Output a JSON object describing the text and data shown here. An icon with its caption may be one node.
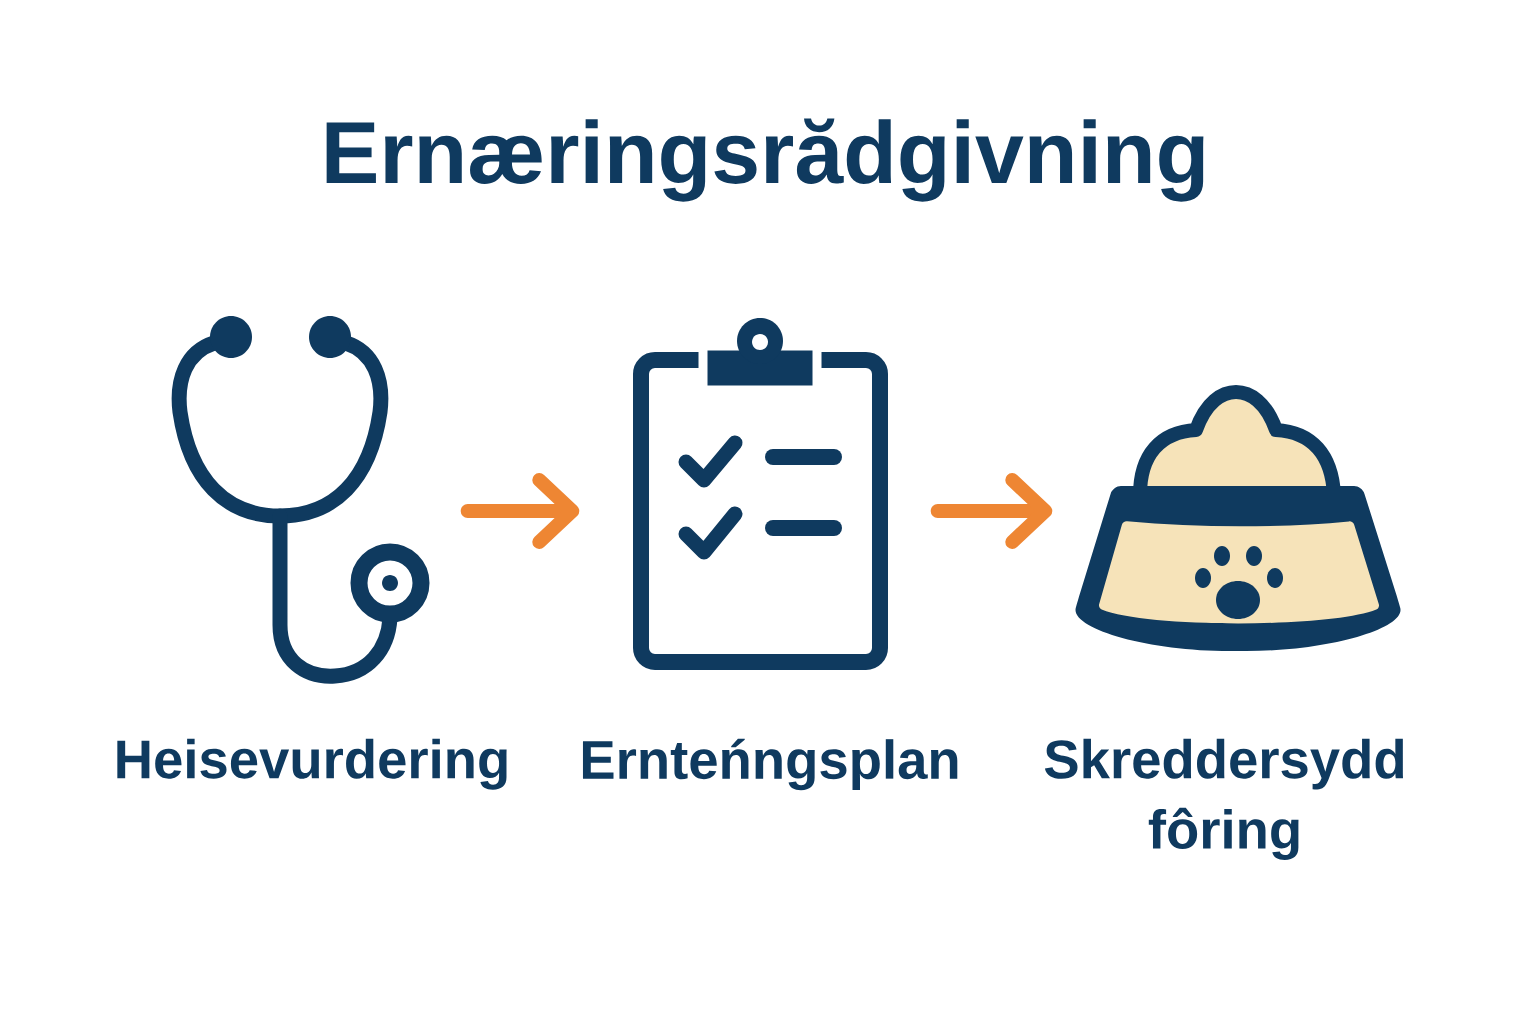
{
  "diagram": {
    "title": "Ernæringsrădgivning",
    "nodes": [
      {
        "text": [],
        "shape": "picture",
        "beside": [
          "Heisevurdering"
        ]
      },
      {
        "text": [],
        "shape": "picture",
        "beside": [
          "Ernteńngsplan"
        ]
      },
      {
        "text": [],
        "shape": "picture",
        "beside": [
          "Skreddersydd fôring"
        ]
      }
    ],
    "edges": [
      {
        "from": 0,
        "to": 1,
        "arrow": "to"
      },
      {
        "from": 1,
        "to": 2,
        "arrow": "to"
      }
    ]
  }
}
